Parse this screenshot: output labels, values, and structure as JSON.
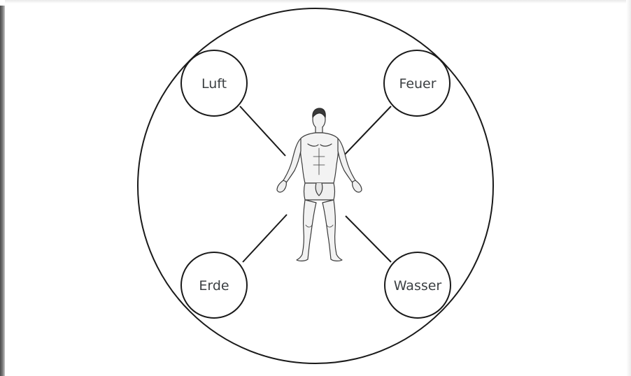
{
  "diagram": {
    "nodes": [
      {
        "id": "luft",
        "label": "Luft"
      },
      {
        "id": "feuer",
        "label": "Feuer"
      },
      {
        "id": "erde",
        "label": "Erde"
      },
      {
        "id": "wasser",
        "label": "Wasser"
      }
    ],
    "center": {
      "icon": "human-figure-icon"
    }
  }
}
